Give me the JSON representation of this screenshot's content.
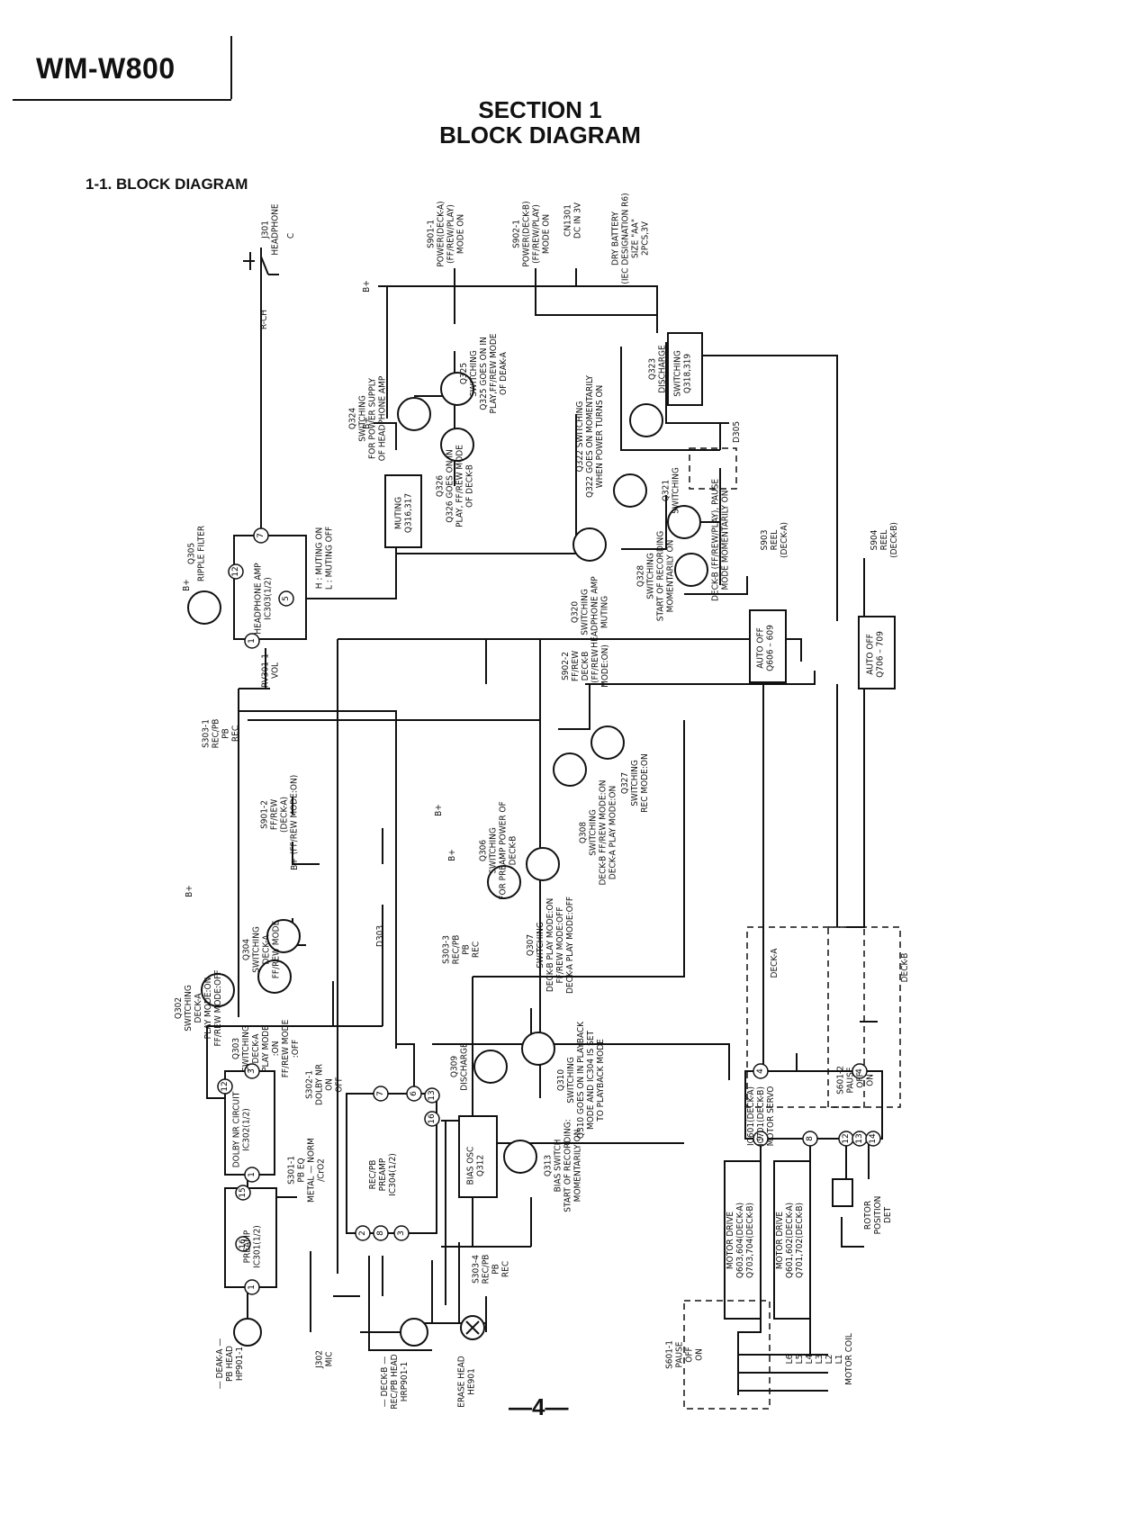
{
  "header": {
    "model": "WM-W800",
    "section": "SECTION 1",
    "section_title": "BLOCK DIAGRAM",
    "subtitle": "1-1.  BLOCK DIAGRAM",
    "page_number": "—4—"
  },
  "labels": {
    "preamp": [
      "PREAMP",
      "IC301(1/2)"
    ],
    "dolby_nr": [
      "DOLBY NR CIRCUIT",
      "IC302(1/2)"
    ],
    "rec_pb_preamp": [
      "REC/PB",
      "PREAMP",
      "IC304(1/2)"
    ],
    "bias_osc": [
      "BIAS OSC",
      "Q312"
    ],
    "headphone_amp": [
      "HEADPHONE AMP",
      "IC303(1/2)"
    ],
    "muting": [
      "MUTING",
      "Q316,317"
    ],
    "switching_q318": [
      "SWITCHING",
      "Q318,319"
    ],
    "auto_off_a": [
      "AUTO OFF",
      "Q606 – 609"
    ],
    "auto_off_b": [
      "AUTO OFF",
      "Q706 – 709"
    ],
    "motor_servo": [
      "IC601(DECK-A)",
      "IC701(DECK-B)",
      "MOTOR SERVO"
    ],
    "motor_drive_a": [
      "MOTOR DRIVE",
      "Q603,604(DECK-A)",
      "Q703,704(DECK-B)"
    ],
    "motor_drive_b": [
      "MOTOR DRIVE",
      "Q601,602(DECK-A)",
      "Q701,702(DECK-B)"
    ],
    "j301": [
      "J301",
      "HEADPHONE"
    ],
    "j301_tag": "C",
    "rch": "R-CH",
    "s901_1": [
      "S901-1",
      "POWER(DECK-A)",
      "(FF/REW/PLAY)",
      "MODE ON"
    ],
    "s902_1": [
      "S902-1",
      "POWER(DECK-B)",
      "(FF/REW/PLAY)",
      "MODE ON"
    ],
    "cn1301": [
      "CN1301",
      "DC IN 3V"
    ],
    "dry_battery": [
      "DRY BATTERY",
      "(IEC DESIGNATION R6)",
      "SIZE \"AA\"",
      "2PCS,3V"
    ],
    "q324": [
      "Q324",
      "SWITCHING",
      "FOR POWER SUPPLY",
      "OF HEADPHONE AMP"
    ],
    "q325": [
      "Q325",
      "SWITCHING",
      "Q325 GOES ON IN",
      "PLAY,FF/REW MODE",
      "OF DEAK-A"
    ],
    "q326": [
      "Q326",
      "Q326 GOES ON IN",
      "PLAY, FF/REW MODE",
      "OF DECK-B"
    ],
    "q323": [
      "Q323",
      "DISCHARGE"
    ],
    "q322": [
      "Q322 SWITCHING",
      "Q322 GOES ON MOMENTARILY",
      "WHEN POWER TURNS ON"
    ],
    "q321": [
      "Q321",
      "SWITCHING"
    ],
    "d305": "D305",
    "q320": [
      "Q320",
      "SWITCHING",
      "HEADPHONE AMP",
      "MUTING"
    ],
    "q328": [
      "Q328",
      "SWITCHING",
      "START OF RECORDING",
      "MOMENTARILY ON"
    ],
    "deck_b_pause": [
      "DECK-B (FF/REW/PLAY), PAUSE",
      "MODE MOMENTARILY ON"
    ],
    "s903": [
      "S903",
      "REEL",
      "(DECK-A)"
    ],
    "s904": [
      "S904",
      "REEL",
      "(DECK-B)"
    ],
    "q305": [
      "Q305",
      "RIPPLE FILTER"
    ],
    "muting_note": [
      "H : MUTING ON",
      "L : MUTING OFF"
    ],
    "rv301": [
      "RV301-1",
      "VOL"
    ],
    "s303_1": [
      "S303-1",
      "REC/PB",
      "PB",
      "REC"
    ],
    "s902_2": [
      "S902-2",
      "FF/REW",
      "DECK-B",
      "(FF/REW",
      "MODE:ON)"
    ],
    "q327": [
      "Q327",
      "SWITCHING",
      "REC MODE:ON"
    ],
    "q308": [
      "Q308",
      "SWITCHING",
      "DECK-B FF/REW MODE:ON",
      "DECK-A PLAY MODE:ON"
    ],
    "s901_2": [
      "S901-2",
      "FF/REW",
      "(DECK-A)",
      "(FF/REW MODE:ON)"
    ],
    "q306": [
      "Q306",
      "SWITCHING",
      "FOR PREAMP POWER OF",
      "DECK-B"
    ],
    "q307": [
      "Q307",
      "SWITCHING",
      "DECK-B PLAY MODE:ON",
      "FF/REW MODE:OFF",
      "DECK-A PLAY MODE:OFF"
    ],
    "d303": "D303",
    "s303_3": [
      "S303-3",
      "REC/PB",
      "PB",
      "REC"
    ],
    "q304": [
      "Q304",
      "SWITCHING",
      "DECK-A",
      "FF/REW MODE"
    ],
    "q302": [
      "Q302",
      "SWITCHING",
      "DECK-A",
      "PLAY MODE:ON",
      "FF/REW MODE:OFF"
    ],
    "q303": [
      "Q303",
      "SWITCHING",
      "DECK-A",
      "PLAY MODE",
      ":ON",
      "FF/REW MODE",
      ":OFF"
    ],
    "q309": [
      "Q309",
      "DISCHARGE"
    ],
    "q310": [
      "Q310",
      "SWITCHING",
      "Q310 GOES ON IN PLAYBACK",
      "MODE AND IC304 IS SET",
      "TO PLAYBACK MODE"
    ],
    "q313": [
      "Q313",
      "BIAS SWITCH",
      "START OF RECORDING:",
      "MOMENTARILY ON"
    ],
    "s302_1": [
      "S302-1",
      "DOLBY NR",
      "ON",
      "OFF"
    ],
    "s301_1": [
      "S301-1",
      "PB EQ",
      "METAL — NORM",
      "/CrO2"
    ],
    "s303_4": [
      "S303-4",
      "REC/PB",
      "PB",
      "REC"
    ],
    "deck_a": "DECK-A",
    "deck_b": "DECK-B",
    "s601_2": [
      "S601-2",
      "PAUSE",
      "OFF",
      "ON"
    ],
    "s601_1": [
      "S601-1",
      "PAUSE",
      "OFF",
      "ON"
    ],
    "rotor": [
      "ROTOR",
      "POSITION",
      "DET"
    ],
    "motor_coil": [
      "L6",
      "L5",
      "L4",
      "L3",
      "L2",
      "L1",
      "MOTOR COIL"
    ],
    "pb_head": [
      "— DEAK-A —",
      "PB HEAD",
      "HP901-1"
    ],
    "j302": [
      "J302",
      "MIC"
    ],
    "rec_pb_head": [
      "— DECK-B —",
      "REC/PB HEAD",
      "HRP901-1"
    ],
    "erase_head": [
      "ERASE HEAD",
      "HE901"
    ],
    "bplus": "B+",
    "pins": [
      "7",
      "12",
      "5",
      "1",
      "3",
      "12",
      "1",
      "15",
      "16",
      "1",
      "7",
      "6",
      "2",
      "8",
      "3",
      "13",
      "16",
      "4",
      "4",
      "9",
      "8",
      "12",
      "13",
      "14"
    ]
  }
}
